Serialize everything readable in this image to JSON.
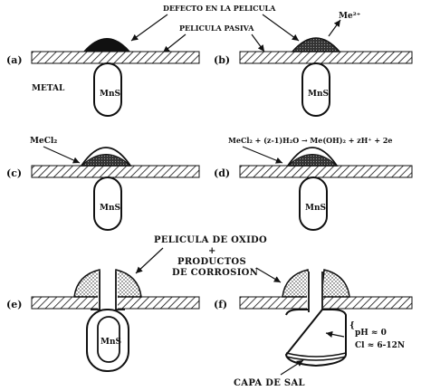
{
  "labels": {
    "defecto": "DEFECTO EN LA PELICULA",
    "pasiva": "PELICULA PASIVA",
    "metal": "METAL",
    "mns": "MnS",
    "me_ion": "Me²⁺",
    "mecl2": "MeCl₂",
    "reaction": "MeCl₂ + (z-1)H₂O → Me(OH)₂ + zH⁺ + 2e",
    "oxido_1": "PELICULA DE OXIDO",
    "oxido_plus": "+",
    "oxido_2": "PRODUCTOS",
    "oxido_3": "DE CORROSION",
    "ph": "pH ≈ 0",
    "cl": "Cl ≈ 6-12N",
    "capa": "CAPA DE SAL"
  },
  "panels": [
    "(a)",
    "(b)",
    "(c)",
    "(d)",
    "(e)",
    "(f)"
  ]
}
